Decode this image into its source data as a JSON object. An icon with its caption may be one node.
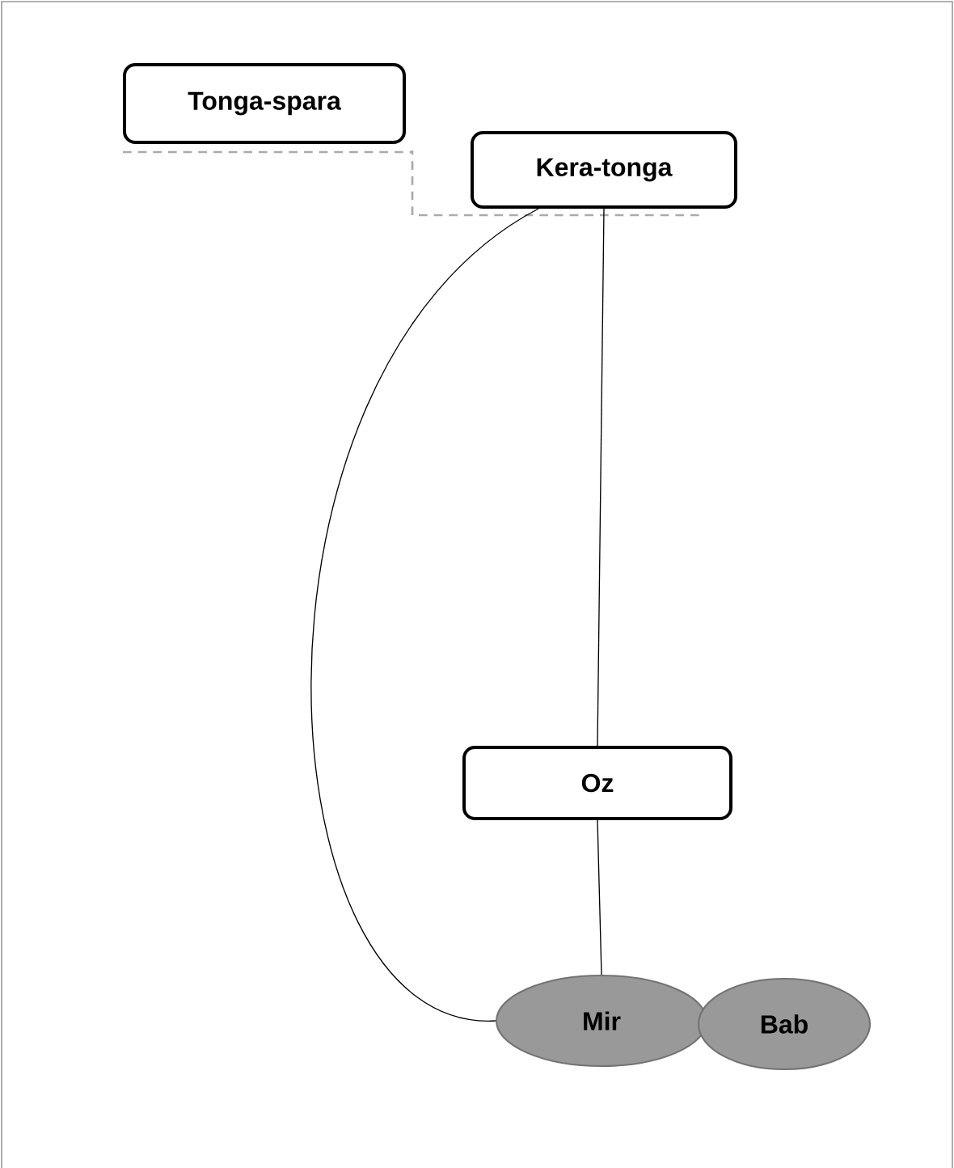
{
  "diagram": {
    "nodes": [
      {
        "text": [
          "Tonga-spara"
        ]
      },
      {
        "text": [
          "Kera-tonga"
        ]
      },
      {
        "text": [
          "Oz"
        ]
      },
      {
        "text": [
          "Mir"
        ]
      },
      {
        "text": [
          "Bab"
        ]
      }
    ],
    "edges": [
      {
        "from": 0,
        "to": 1,
        "arrow": "none",
        "style": "dashed",
        "color": "#aaaaaa"
      },
      {
        "from": 1,
        "to": 3,
        "arrow": "none"
      },
      {
        "from": 1,
        "to": 2,
        "arrow": "none"
      },
      {
        "from": 2,
        "to": 3,
        "arrow": "none"
      }
    ]
  }
}
